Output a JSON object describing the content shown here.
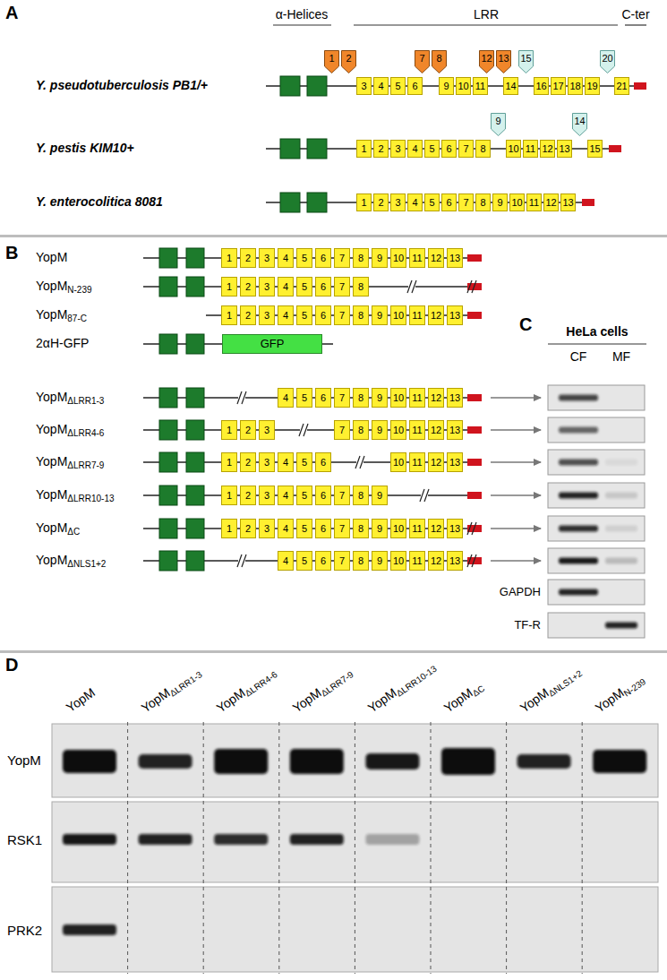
{
  "diagram": {
    "nodes": [
      {
        "text": [
          "1"
        ]
      },
      {
        "text": [
          "2"
        ]
      },
      {
        "text": [
          "3"
        ]
      },
      {
        "text": [
          "4"
        ]
      },
      {
        "text": [
          "5"
        ]
      },
      {
        "text": [
          "6"
        ]
      },
      {
        "text": [
          "7"
        ]
      },
      {
        "text": [
          "8"
        ]
      },
      {
        "text": [
          "9"
        ]
      },
      {
        "text": [
          "10"
        ]
      },
      {
        "text": [
          "11"
        ]
      },
      {
        "text": [
          "12"
        ]
      },
      {
        "text": [
          "13"
        ]
      },
      {
        "text": [
          "14"
        ]
      },
      {
        "text": [
          "15"
        ]
      },
      {
        "text": [
          "16"
        ]
      },
      {
        "text": [
          "17"
        ]
      },
      {
        "text": [
          "18"
        ]
      },
      {
        "text": [
          "19"
        ]
      },
      {
        "text": [
          "20"
        ]
      },
      {
        "text": [
          "21"
        ]
      },
      {
        "text": [
          "1"
        ]
      },
      {
        "text": [
          "2"
        ]
      },
      {
        "text": [
          "3"
        ]
      },
      {
        "text": [
          "4"
        ]
      },
      {
        "text": [
          "5"
        ]
      },
      {
        "text": [
          "6"
        ]
      },
      {
        "text": [
          "7"
        ]
      },
      {
        "text": [
          "8"
        ]
      },
      {
        "text": [
          "9"
        ]
      },
      {
        "text": [
          "10"
        ]
      },
      {
        "text": [
          "11"
        ]
      },
      {
        "text": [
          "12"
        ]
      },
      {
        "text": [
          "13"
        ]
      },
      {
        "text": [
          "14"
        ]
      },
      {
        "text": [
          "15"
        ]
      },
      {
        "text": [
          "1"
        ]
      },
      {
        "text": [
          "2"
        ]
      },
      {
        "text": [
          "3"
        ]
      },
      {
        "text": [
          "4"
        ]
      },
      {
        "text": [
          "5"
        ]
      },
      {
        "text": [
          "6"
        ]
      },
      {
        "text": [
          "7"
        ]
      },
      {
        "text": [
          "8"
        ]
      },
      {
        "text": [
          "9"
        ]
      },
      {
        "text": [
          "10"
        ]
      },
      {
        "text": [
          "11"
        ]
      },
      {
        "text": [
          "12"
        ]
      },
      {
        "text": [
          "13"
        ]
      },
      {
        "text": [
          "1"
        ]
      },
      {
        "text": [
          "2"
        ]
      },
      {
        "text": [
          "3"
        ]
      },
      {
        "text": [
          "4"
        ]
      },
      {
        "text": [
          "5"
        ]
      },
      {
        "text": [
          "6"
        ]
      },
      {
        "text": [
          "7"
        ]
      },
      {
        "text": [
          "8"
        ]
      },
      {
        "text": [
          "9"
        ]
      },
      {
        "text": [
          "10"
        ]
      },
      {
        "text": [
          "11"
        ]
      },
      {
        "text": [
          "12"
        ]
      },
      {
        "text": [
          "13"
        ]
      },
      {
        "text": [
          "1"
        ]
      },
      {
        "text": [
          "2"
        ]
      },
      {
        "text": [
          "3"
        ]
      },
      {
        "text": [
          "4"
        ]
      },
      {
        "text": [
          "5"
        ]
      },
      {
        "text": [
          "6"
        ]
      },
      {
        "text": [
          "7"
        ]
      },
      {
        "text": [
          "8"
        ]
      },
      {
        "text": [
          "1"
        ]
      },
      {
        "text": [
          "2"
        ]
      },
      {
        "text": [
          "3"
        ]
      },
      {
        "text": [
          "4"
        ]
      },
      {
        "text": [
          "5"
        ]
      },
      {
        "text": [
          "6"
        ]
      },
      {
        "text": [
          "7"
        ]
      },
      {
        "text": [
          "8"
        ]
      },
      {
        "text": [
          "9"
        ]
      },
      {
        "text": [
          "10"
        ]
      },
      {
        "text": [
          "11"
        ]
      },
      {
        "text": [
          "12"
        ]
      },
      {
        "text": [
          "13"
        ]
      },
      {
        "text": [
          "GFP"
        ]
      },
      {
        "text": [
          "4"
        ]
      },
      {
        "text": [
          "5"
        ]
      },
      {
        "text": [
          "6"
        ]
      },
      {
        "text": [
          "7"
        ]
      },
      {
        "text": [
          "8"
        ]
      },
      {
        "text": [
          "9"
        ]
      },
      {
        "text": [
          "10"
        ]
      },
      {
        "text": [
          "11"
        ]
      },
      {
        "text": [
          "12"
        ]
      },
      {
        "text": [
          "13"
        ]
      },
      {
        "text": [
          "1"
        ]
      },
      {
        "text": [
          "2"
        ]
      },
      {
        "text": [
          "3"
        ]
      },
      {
        "text": [
          "7"
        ]
      },
      {
        "text": [
          "8"
        ]
      },
      {
        "text": [
          "9"
        ]
      },
      {
        "text": [
          "10"
        ]
      },
      {
        "text": [
          "11"
        ]
      },
      {
        "text": [
          "12"
        ]
      },
      {
        "text": [
          "13"
        ]
      },
      {
        "text": [
          "1"
        ]
      },
      {
        "text": [
          "2"
        ]
      },
      {
        "text": [
          "3"
        ]
      },
      {
        "text": [
          "4"
        ]
      },
      {
        "text": [
          "5"
        ]
      },
      {
        "text": [
          "6"
        ]
      },
      {
        "text": [
          "10"
        ]
      },
      {
        "text": [
          "11"
        ]
      },
      {
        "text": [
          "12"
        ]
      },
      {
        "text": [
          "13"
        ]
      },
      {
        "text": [
          "1"
        ]
      },
      {
        "text": [
          "2"
        ]
      },
      {
        "text": [
          "3"
        ]
      },
      {
        "text": [
          "4"
        ]
      },
      {
        "text": [
          "5"
        ]
      },
      {
        "text": [
          "6"
        ]
      },
      {
        "text": [
          "7"
        ]
      },
      {
        "text": [
          "8"
        ]
      },
      {
        "text": [
          "9"
        ]
      },
      {
        "text": [
          "1"
        ]
      },
      {
        "text": [
          "2"
        ]
      },
      {
        "text": [
          "3"
        ]
      },
      {
        "text": [
          "4"
        ]
      },
      {
        "text": [
          "5"
        ]
      },
      {
        "text": [
          "6"
        ]
      },
      {
        "text": [
          "7"
        ]
      },
      {
        "text": [
          "8"
        ]
      },
      {
        "text": [
          "9"
        ]
      },
      {
        "text": [
          "10"
        ]
      },
      {
        "text": [
          "11"
        ]
      },
      {
        "text": [
          "12"
        ]
      },
      {
        "text": [
          "13"
        ]
      },
      {
        "text": [
          "4"
        ]
      },
      {
        "text": [
          "5"
        ]
      },
      {
        "text": [
          "6"
        ]
      },
      {
        "text": [
          "7"
        ]
      },
      {
        "text": [
          "8"
        ]
      },
      {
        "text": [
          "9"
        ]
      },
      {
        "text": [
          "10"
        ]
      },
      {
        "text": [
          "11"
        ]
      },
      {
        "text": [
          "12"
        ]
      },
      {
        "text": [
          "13"
        ]
      }
    ],
    "labels": [
      "A",
      "α-Helices",
      "LRR",
      "C-ter",
      "Y. pseudotuberculosis PB1/+",
      "Y. pestis KIM10+",
      "Y. enterocolitica 8081",
      "B",
      "YopM",
      "YopM",
      "N-239",
      "YopM",
      "87-C",
      "2αH-GFP",
      "YopM",
      "ΔLRR1-3",
      "YopM",
      "ΔLRR4-6",
      "YopM",
      "ΔLRR7-9",
      "YopM",
      "ΔLRR10-13",
      "YopM",
      "ΔC",
      "YopM",
      "ΔNLS1+2",
      "C",
      "HeLa cells",
      "CF",
      "MF",
      "GAPDH",
      "TF-R",
      "D",
      "YopM",
      "YopM",
      "ΔLRR1-3",
      "YopM",
      "ΔLRR4-6",
      "YopM",
      "ΔLRR7-9",
      "YopM",
      "ΔLRR10-13",
      "YopM",
      "ΔC",
      "YopM",
      "ΔNLS1+2",
      "YopM",
      "N-239",
      "YopM",
      "RSK1",
      "PRK2"
    ]
  }
}
